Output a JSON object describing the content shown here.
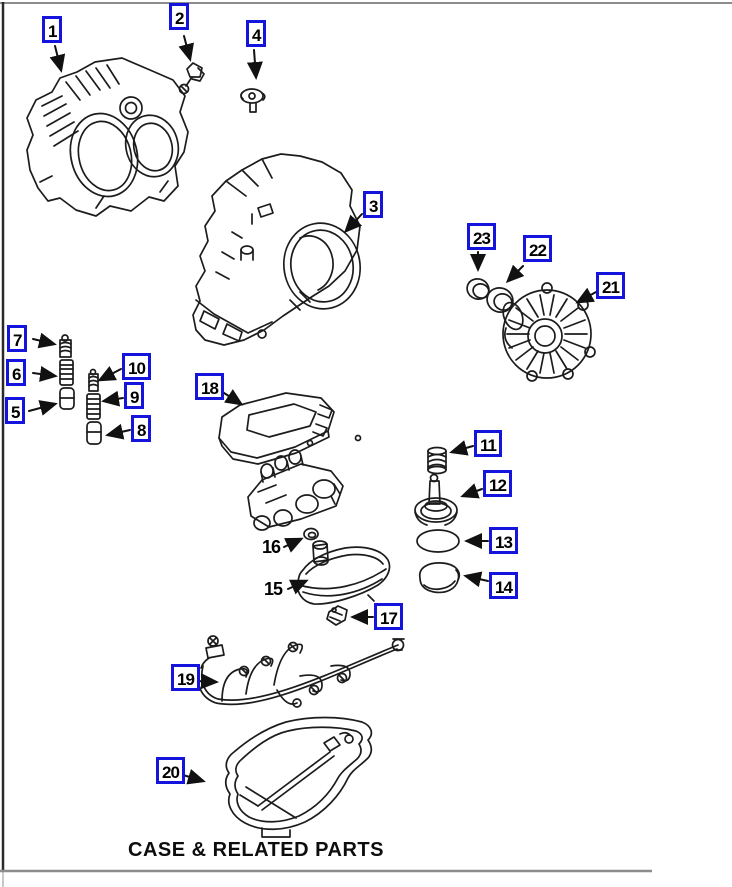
{
  "page": {
    "caption": "CASE & RELATED PARTS"
  },
  "labels": {
    "n1": "1",
    "n2": "2",
    "n3": "3",
    "n4": "4",
    "n5": "5",
    "n6": "6",
    "n7": "7",
    "n8": "8",
    "n9": "9",
    "n10": "10",
    "n11": "11",
    "n12": "12",
    "n13": "13",
    "n14": "14",
    "n15": "15",
    "n16": "16",
    "n17": "17",
    "n18": "18",
    "n19": "19",
    "n20": "20",
    "n21": "21",
    "n22": "22",
    "n23": "23"
  },
  "colors": {
    "callout_border": "#1414dd",
    "drawing_line": "#1c1c1c",
    "rule_line": "#8c8c8c",
    "background": "#ffffff",
    "label_text": "#000000"
  }
}
